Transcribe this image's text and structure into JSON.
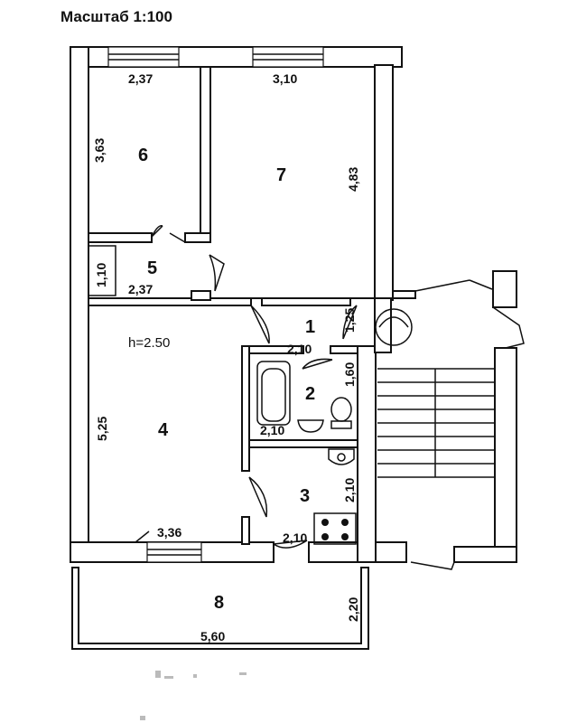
{
  "title": "Масштаб 1:100",
  "height_label": "h=2.50",
  "rooms": [
    {
      "number": "1"
    },
    {
      "number": "2"
    },
    {
      "number": "3"
    },
    {
      "number": "4"
    },
    {
      "number": "5"
    },
    {
      "number": "6"
    },
    {
      "number": "7"
    },
    {
      "number": "8"
    }
  ],
  "dims": {
    "r6_w": "2,37",
    "r6_h": "3,63",
    "r7_w": "3,10",
    "r7_h": "4,83",
    "r5_h": "1,10",
    "r5_w": "2,37",
    "r4_h": "5,25",
    "r4_w": "3,36",
    "r1_w": "2,10",
    "r1_h": "1,25",
    "r2_h": "1,60",
    "r2_w": "2,10",
    "r3_h": "2,10",
    "r3_w": "2,10",
    "r8_h": "2,20",
    "r8_w": "5,60"
  }
}
